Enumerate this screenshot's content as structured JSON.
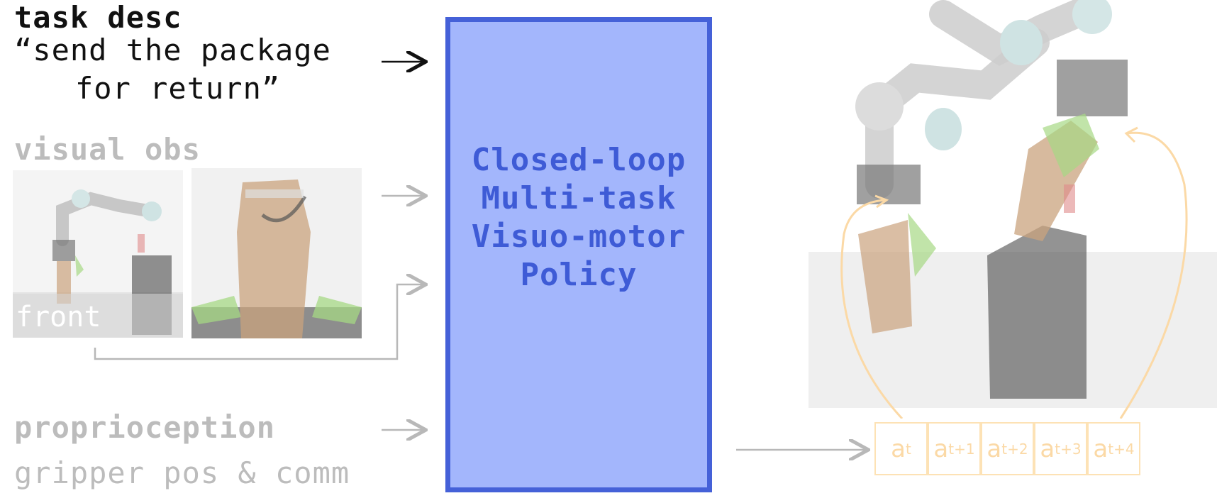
{
  "task": {
    "title": "task desc",
    "line1": "“send the package",
    "line2": "for return”"
  },
  "visual": {
    "title": "visual obs",
    "camera_label": "front"
  },
  "proprio": {
    "title": "proprioception",
    "subtitle": "gripper pos & comm"
  },
  "policy": {
    "label": "Closed-loop\nMulti-task\nVisuo-motor\nPolicy"
  },
  "actions": [
    {
      "base": "a",
      "sub": "t"
    },
    {
      "base": "a",
      "sub": "t+1"
    },
    {
      "base": "a",
      "sub": "t+2"
    },
    {
      "base": "a",
      "sub": "t+3"
    },
    {
      "base": "a",
      "sub": "t+4"
    }
  ],
  "colors": {
    "policy_fill": "#a3b6fc",
    "policy_border": "#4561d8",
    "action_accent": "#fbd9a6",
    "arrow_gray": "#b8b8b8"
  }
}
